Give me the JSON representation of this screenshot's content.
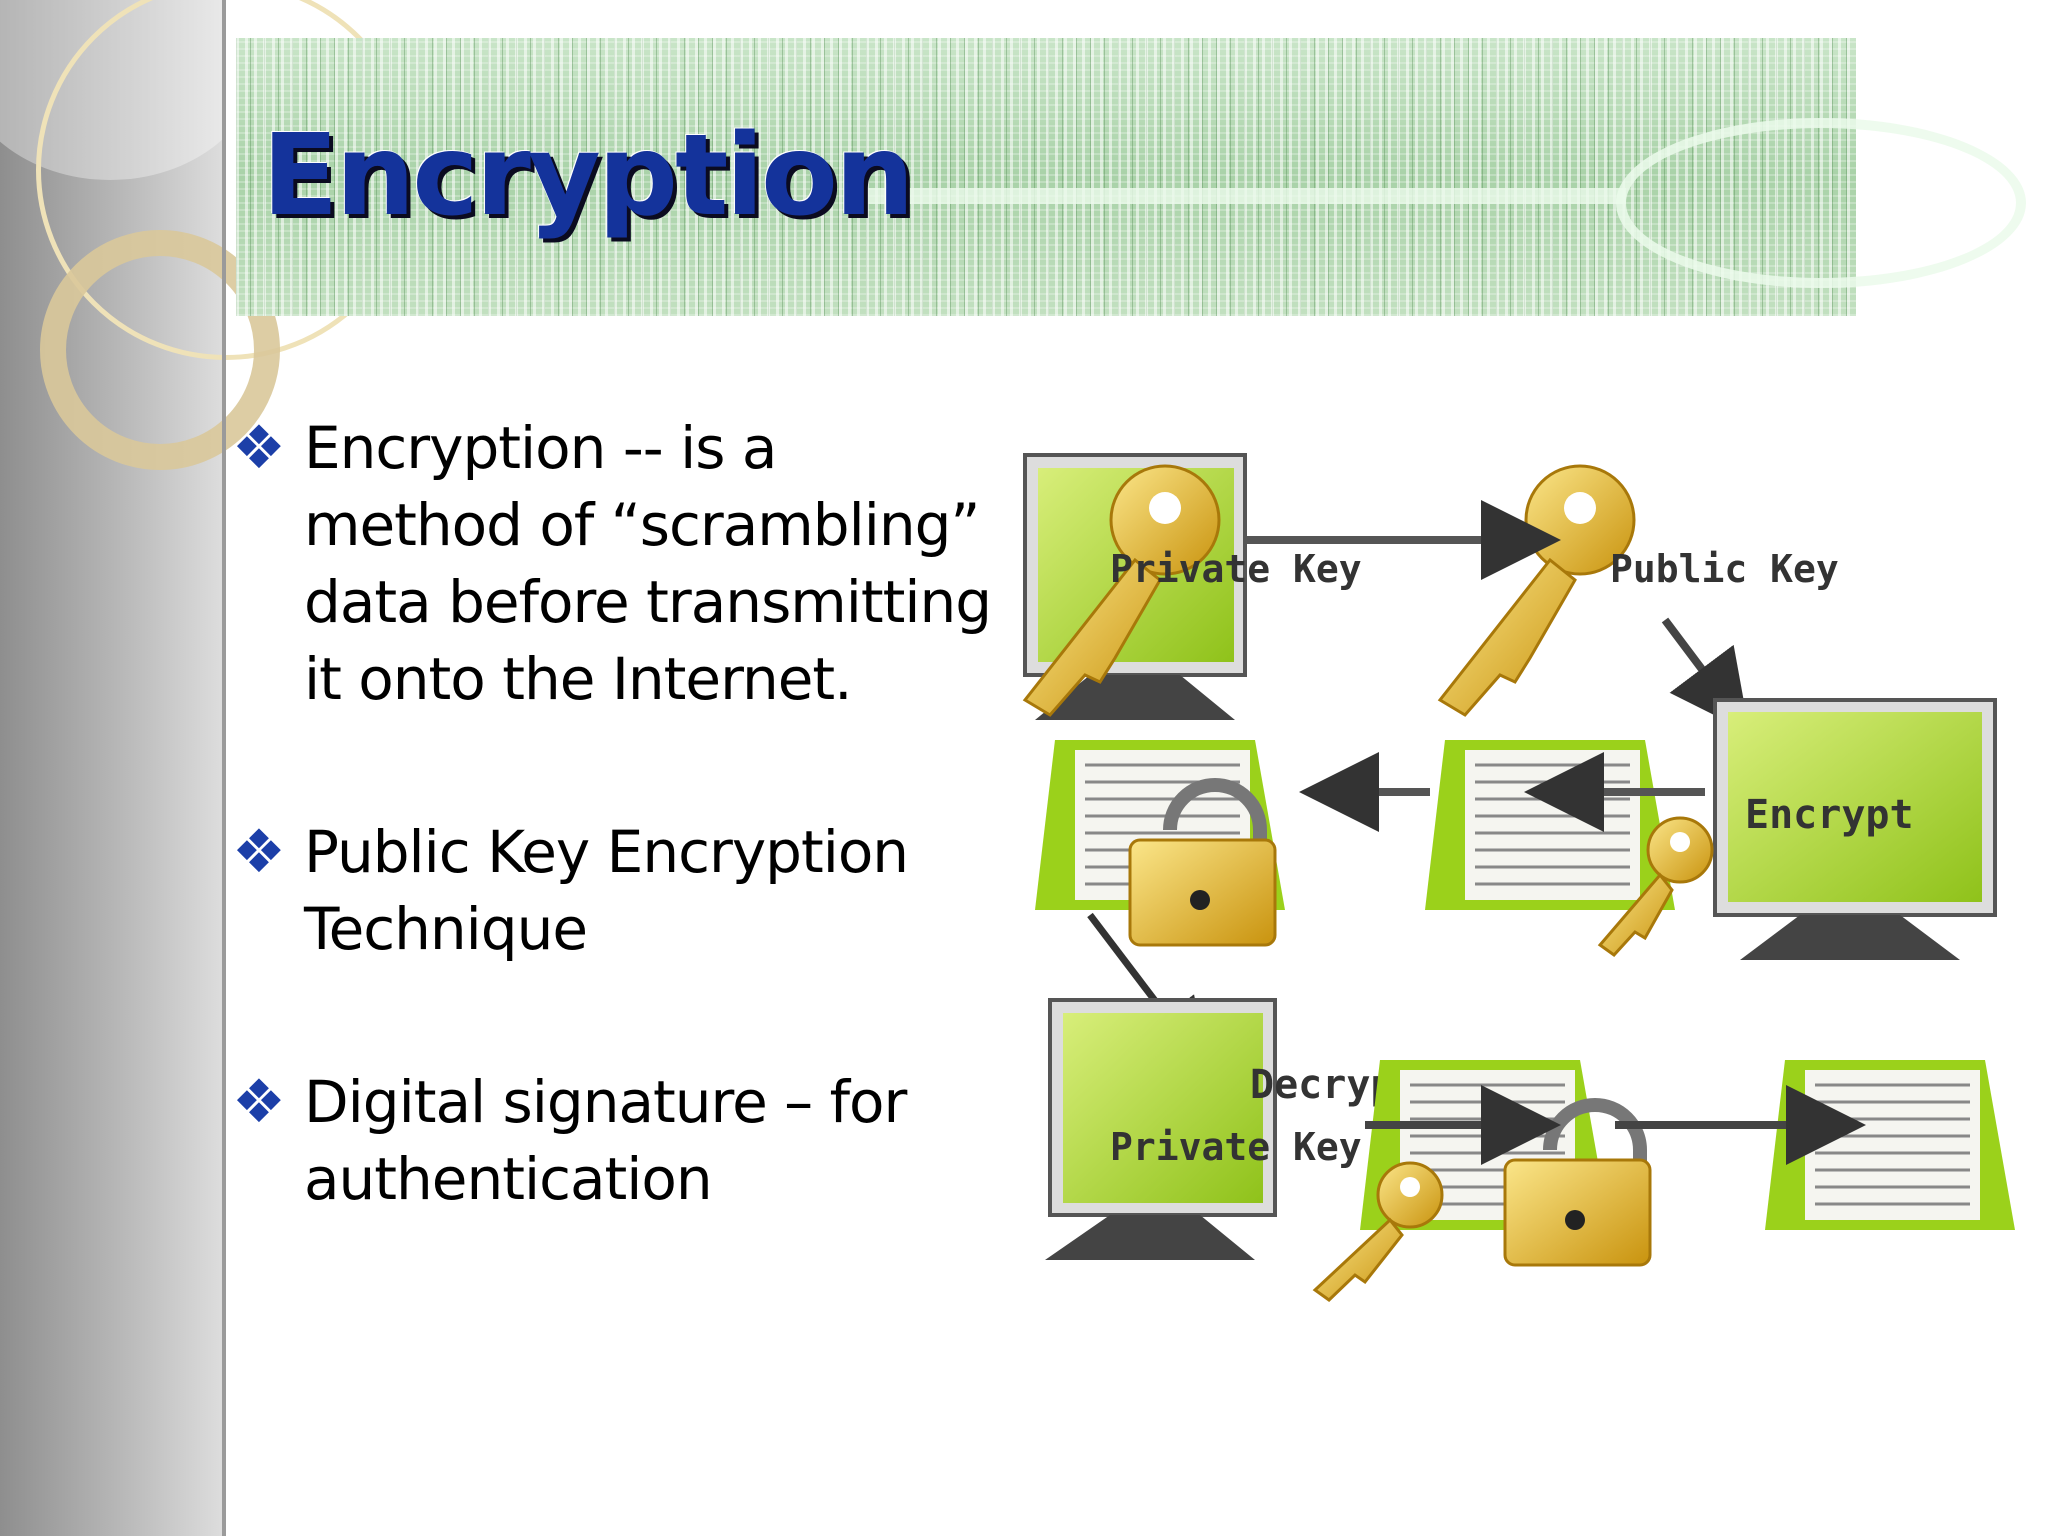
{
  "slide": {
    "title": "Encryption",
    "bullets": [
      {
        "icon": "four-diamond-bullet-icon",
        "text": "Encryption -- is a method of “scrambling” data before transmitting it onto the Internet."
      },
      {
        "icon": "four-diamond-bullet-icon",
        "text": "Public Key Encryption Technique"
      },
      {
        "icon": "four-diamond-bullet-icon",
        "text": "Digital signature – for authentication"
      }
    ]
  },
  "diagram": {
    "labels": {
      "private_key_top": "Private Key",
      "public_key": "Public Key",
      "encrypt": "Encrypt",
      "decrypt": "Decrypt",
      "private_key_bottom": "Private Key"
    }
  },
  "colors": {
    "title": "#14339b",
    "bullet_icon": "#1c3fa8",
    "screen_green": "#a6d11e",
    "key_gold": "#e2b61b"
  }
}
